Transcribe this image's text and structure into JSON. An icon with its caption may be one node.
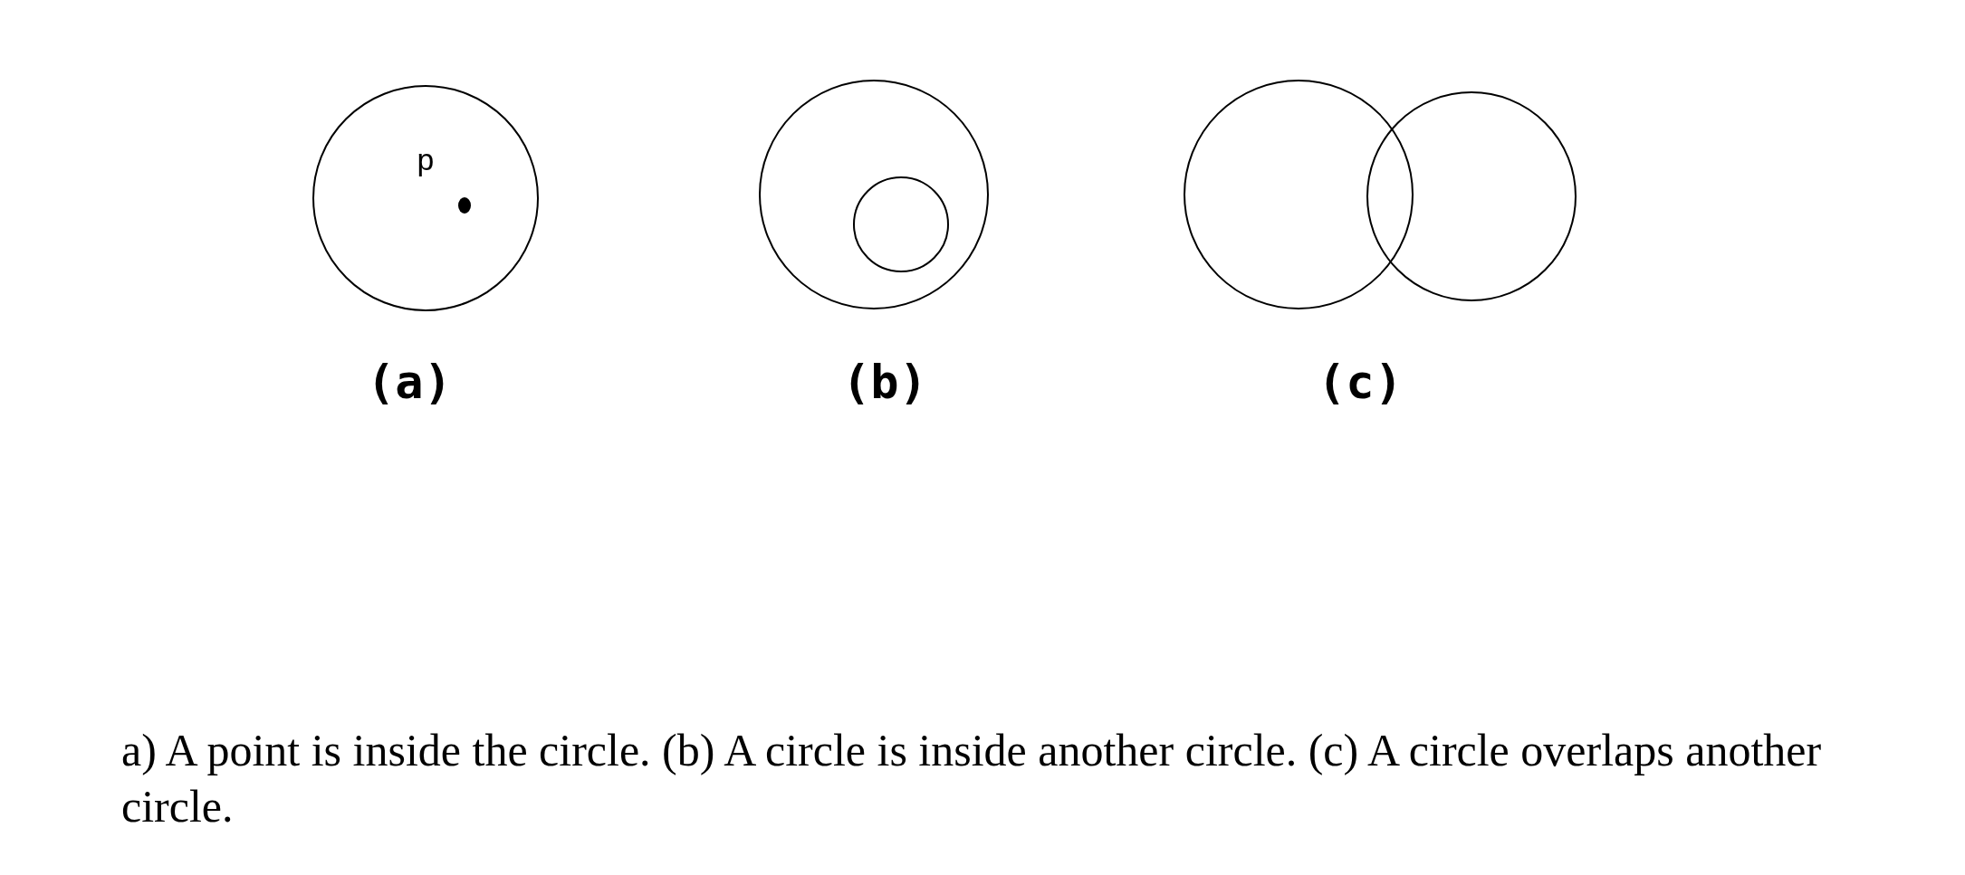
{
  "diagram": {
    "caption": "a) A point is inside the circle. (b) A circle is inside another circle. (c) A circle overlaps another circle.",
    "nodes": [
      {
        "text": [],
        "shape": "circle"
      },
      {
        "text": [],
        "shape": "dot",
        "in": 0
      },
      {
        "text": [],
        "shape": "circle"
      },
      {
        "text": [],
        "shape": "circle",
        "in": 2
      },
      {
        "text": [],
        "shape": "circle"
      },
      {
        "text": [],
        "shape": "circle"
      }
    ],
    "labels": [
      "p",
      "(a)",
      "(b)",
      "(c)"
    ]
  }
}
